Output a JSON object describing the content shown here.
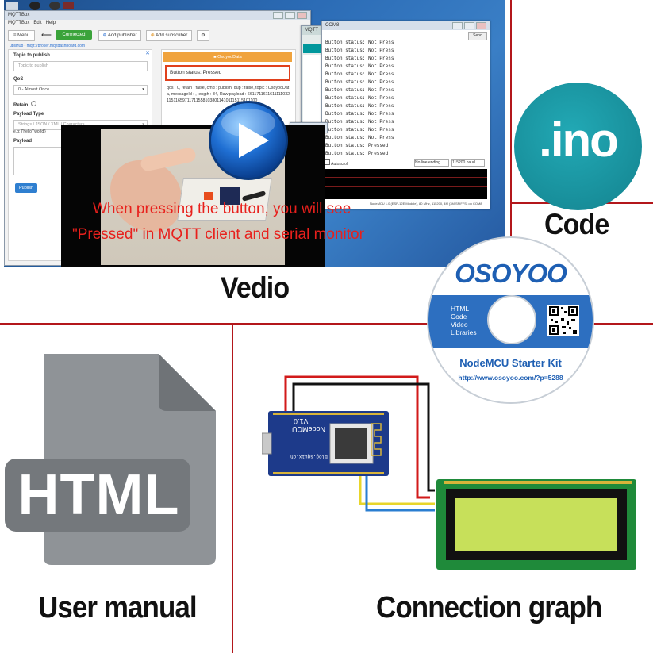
{
  "captions": {
    "video": "Vedio",
    "code": "Code",
    "manual": "User manual",
    "graph": "Connection graph"
  },
  "ino_label": ".ino",
  "html_label": "HTML",
  "desktop": {
    "mqttbox": {
      "title": "MQTTBox",
      "menu_items": [
        "MQTTBox",
        "Edit",
        "Help"
      ],
      "toolbar": {
        "menu_label": "Menu",
        "connected_label": "Connected",
        "add_publisher": "Add publisher",
        "add_subscriber": "Add subscriber"
      },
      "broker_url": "ubsH0b - mqtt://broker.mqttdashboard.com",
      "publish_panel": {
        "topic_label": "Topic to publish",
        "topic_placeholder": "Topic to publish",
        "qos_label": "QoS",
        "qos_value": "0 - Almost Once",
        "retain_label": "Retain",
        "payload_type_label": "Payload Type",
        "payload_type_value": "Strings / JSON / XML / Characters",
        "payload_example": "e.g: {'hello':'world'}",
        "payload_label": "Payload",
        "publish_button": "Publish"
      },
      "subscriber_panel": {
        "topic": "OsoyooData",
        "message": "Button status: Pressed",
        "details": "qos : 0, retain : false, cmd : publish, dup : false, topic : OsoyooData, messageId : , length : 34, Raw payload : 66117116116111110321151165971171155810380114101115115101100"
      }
    },
    "serial": {
      "title": "COM8",
      "send_label": "Send",
      "lines": [
        "Button status: Not Press",
        "Button status: Not Press",
        "Button status: Not Press",
        "Button status: Not Press",
        "Button status: Not Press",
        "Button status: Not Press",
        "Button status: Not Press",
        "Button status: Not Press",
        "Button status: Not Press",
        "Button status: Not Press",
        "Button status: Not Press",
        "Button status: Not Press",
        "Button status: Not Press",
        "Button status: Pressed",
        "Button status: Pressed"
      ],
      "autoscroll_label": "Autoscroll",
      "line_ending": "No line ending",
      "baud": "115200 baud",
      "status_line": "NodeMCU 1.0 (ESP-12E Module), 80 MHz, 115200, 4M (3M SPIFFS) on COM8"
    },
    "arduino_title": "MQTT",
    "overlay_line1": "When pressing the button, you will see",
    "overlay_line2": "\"Pressed\" in MQTT client and serial monitor"
  },
  "cd": {
    "brand": "OSOYOO",
    "list": [
      "HTML",
      "Code",
      "Video",
      "Libraries"
    ],
    "product": "NodeMCU Starter Kit",
    "url": "http://www.osoyoo.com/?p=5288"
  },
  "board": {
    "name": "NodeMCU",
    "version": "V1.0",
    "site": "blog.squix.ch"
  },
  "colors": {
    "divider": "#b3171b",
    "ino_circle": "#1c9aa6",
    "html_doc": "#8e9296",
    "lcd_screen": "#c7e05a",
    "board_pcb": "#1d3a8a",
    "cd_band": "#2d6fc0",
    "osoyoo_blue": "#1e5fb3"
  }
}
